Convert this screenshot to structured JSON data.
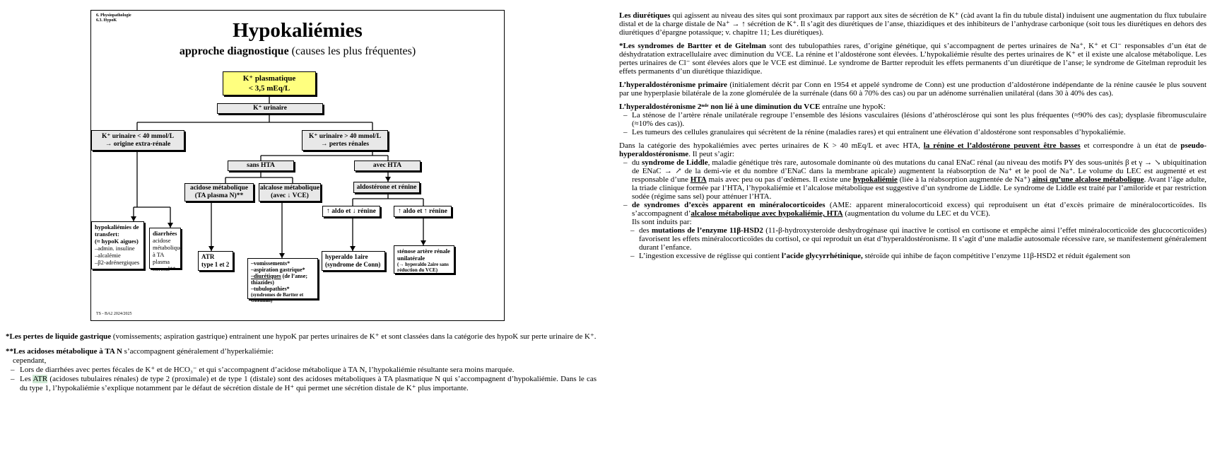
{
  "slide": {
    "section": "6. Physiopathologie",
    "subsection": "6.3. HypoK",
    "title": "Hypokaliémies",
    "subtitle_bold": "approche diagnostique",
    "subtitle_normal": "(causes les plus fréquentes)",
    "footer": "TS - BA2 2024/2025",
    "boxes": {
      "k_plasma_1": "K⁺ plasmatique",
      "k_plasma_2": "< 3,5 mEq/L",
      "k_urinaire": "K⁺ urinaire",
      "k_low_1": "K⁺ urinaire < 40 mmol/L",
      "k_low_2": "→ origine extra-rénale",
      "k_high_1": "K⁺ urinaire > 40 mmol/L",
      "k_high_2": "→ pertes rénales",
      "sans_hta": "sans HTA",
      "avec_hta": "avec HTA",
      "acidose_1": "acidose métabolique",
      "acidose_2": "(TA plasma N)**",
      "alcalose_1": "alcalose métabolique",
      "alcalose_2": "(avec ↓ VCE)",
      "aldo_renine": "aldostérone et rénine",
      "up_aldo": "↑ aldo et ↓ rénine",
      "up_both": "↑ aldo et ↑ rénine",
      "hypo_title_1": "hypokaliémies de",
      "hypo_title_2": "transfert:",
      "hypo_l1": "(≈ hypoK aigues)",
      "hypo_l2": "–admin. insuline",
      "hypo_l3": "–alcalémie",
      "hypo_l4": "–β2-adrénergiques",
      "diarrhees": "diarrhées",
      "diar_l1": "acidose",
      "diar_l2": "métabolique",
      "diar_l3": "à TA plasma",
      "diar_l4": "normal**",
      "atr_1": "ATR",
      "atr_2": "type 1 et 2",
      "vom_1": "–vomissements*",
      "vom_2": "–aspiration gastrique*",
      "vom_3a": "–diurétiques",
      "vom_3b": "(de l’anse; thiazides)",
      "vom_4": "–tubulopathies*",
      "vom_5": "(syndromes de Bartter et Gitelman)",
      "hyperaldo_1": "hyperaldo 1aire",
      "hyperaldo_2": "(syndrome de Conn)",
      "stenose_1": "sténose artère rénale",
      "stenose_2": "unilatérale",
      "stenose_3": "(→ hyperaldo 2aire sans réduction du VCE)"
    }
  },
  "bottom": {
    "p1_bold": "*Les pertes de liquide gastrique",
    "p1_rest": " (vomissements; aspiration gastrique) entrainent une hypoK par pertes urinaires de K⁺ et sont classées dans la catégorie des hypoK sur perte urinaire de K⁺.",
    "p2_bold": "**Les acidoses métabolique à TA N",
    "p2_rest": " s’accompagnent généralement d’hyperkaliémie:",
    "p2_cont": "cependant,",
    "li1": "Lors de diarrhées avec pertes fécales de K⁺ et de HCO₃⁻ et qui s’accompagnent d’acidose métabolique à TA N, l’hypokaliémie résultante sera moins marquée.",
    "li2_pre": "Les ",
    "li2_hl": "ATR",
    "li2_rest": " (acidoses tubulaires rénales) de type 2 (proximale) et de type 1 (distale) sont des acidoses métaboliques à TA plasmatique N qui s’accompagnent d’hypokaliémie. Dans le cas du type 1, l’hypokaliémie s’explique notamment par le défaut de sécrétion distale de H⁺ qui permet une sécrétion distale de K⁺ plus importante."
  },
  "right": {
    "p1_bold": "Les diurétiques",
    "p1_rest": " qui agissent au niveau des sites qui sont proximaux par rapport aux sites de sécrétion de K⁺ (càd avant la fin du tubule distal) induisent une augmentation du flux tubulaire distal et de la charge distale de Na⁺ → ↑ sécrétion de K⁺. Il s’agit des diurétiques de l’anse, thiazidiques et des inhibiteurs de l’anhydrase carbonique (soit tous les diurétiques en dehors des diurétiques d’épargne potassique; v. chapitre 11; Les diurétiques).",
    "p2_bold": "*Les syndromes de Bartter et de Gitelman",
    "p2_rest": " sont des tubulopathies rares, d’origine génétique, qui s’accompagnent de pertes urinaires de Na⁺, K⁺ et Cl⁻ responsables d’un état de déshydratation extracellulaire avec diminution du VCE. La rénine et l’aldostérone sont élevées. L’hypokaliémie résulte des pertes urinaires de K⁺ et il existe une alcalose métabolique. Les pertes urinaires de Cl⁻ sont élevées alors que le VCE est diminué. Le syndrome de Bartter reproduit les effets permanents d’un diurétique de l’anse; le syndrome de Gitelman reproduit les effets permanents d’un diurétique thiazidique.",
    "p3_bold": "L’hyperaldostéronisme primaire",
    "p3_rest": " (initialement décrit par Conn en 1954 et appelé syndrome de Conn) est une production d’aldostérone indépendante de la rénine causée le plus souvent par une hyperplasie bilatérale de la zone glomérulée de la surrénale (dans 60 à 70% des cas) ou par un adénome surrénalien unilatéral (dans 30 à 40% des cas).",
    "p4_bold": "L’hyperaldostéronisme 2ⁿᵈᵉ non lié à une diminution du VCE",
    "p4_rest": " entraîne une hypoK:",
    "p4_li1": "La sténose de l’artère rénale unilatérale regroupe l’ensemble des lésions vasculaires (lésions d’athérosclérose qui sont les plus fréquentes (≈90% des cas); dysplasie fibromusculaire (≈10% des cas)).",
    "p4_li2": "Les tumeurs des cellules granulaires qui sécrètent de la rénine (maladies rares) et qui entraînent une élévation d’aldostérone sont responsables d’hypokaliémie.",
    "p5_a": "Dans la catégorie des hypokaliémies avec pertes urinaires de K > 40 mEq/L et avec HTA, ",
    "p5_ub": "la rénine et l’aldostérone peuvent être basses",
    "p5_b": " et correspondre à un état de ",
    "p5_bold": "pseudo-hyperaldostéronisme",
    "p5_c": ". Il peut s’agir:",
    "li_liddle_a": "du ",
    "li_liddle_b": "syndrome de Liddle",
    "li_liddle_c": ", maladie génétique très rare, autosomale dominante où des mutations du canal ENaC rénal (au niveau des motifs PY des sous-unités β et γ → ↘ ubiquitination de ENaC → ↗ de la demi-vie et du nombre d’ENaC dans la membrane apicale) augmentent la réabsorption de Na⁺ et le pool de Na⁺. Le volume du LEC est augmenté et est responsable d’une ",
    "li_liddle_hta": "HTA",
    "li_liddle_d": " mais avec peu ou pas d’œdèmes. Il existe une ",
    "li_liddle_hypok": "hypokaliémie",
    "li_liddle_e": " (liée à la réabsorption augmentée de Na⁺) ",
    "li_liddle_alc": "ainsi qu’une alcalose métabolique",
    "li_liddle_f": ". Avant l’âge adulte, la triade clinique formée par l’HTA, l’hypokaliémie et l’alcalose métabolique est suggestive d’un syndrome de Liddle. Le syndrome de Liddle est traité par l’amiloride et par restriction sodée (régime sans sel) pour atténuer l’HTA.",
    "li_ame_b": "de syndromes d’excès apparent en minéralocorticoides",
    "li_ame_a": " (AME: apparent mineralocorticoid excess) qui reproduisent un état d’excès primaire de minéralocorticoïdes. Ils s’accompagnent d’",
    "li_ame_u": "alcalose métabolique avec hypokaliémie, HTA",
    "li_ame_c": " (augmentation du volume du LEC et du VCE).",
    "induits": "Ils sont induits par:",
    "sub1_a": "des ",
    "sub1_b": "mutations de l’enzyme 11β-HSD2",
    "sub1_c": " (11-β-hydroxysteroide deshydrogénase qui inactive le cortisol en cortisone et empêche ainsi l’effet minéralocorticoïde des glucocorticoïdes) favorisent les effets minéralocorticoïdes du cortisol, ce qui reproduit un état d’hyperaldostéronisme. Il s’agit d’une maladie autosomale récessive rare, se manifestement généralement durant l’enfance.",
    "sub2_a": "L’ingestion excessive de réglisse qui contient ",
    "sub2_b": "l’acide glycyrrhétinique,",
    "sub2_c": " stéroïde qui inhibe de façon compétitive l’enzyme 11β-HSD2 et réduit également son"
  }
}
